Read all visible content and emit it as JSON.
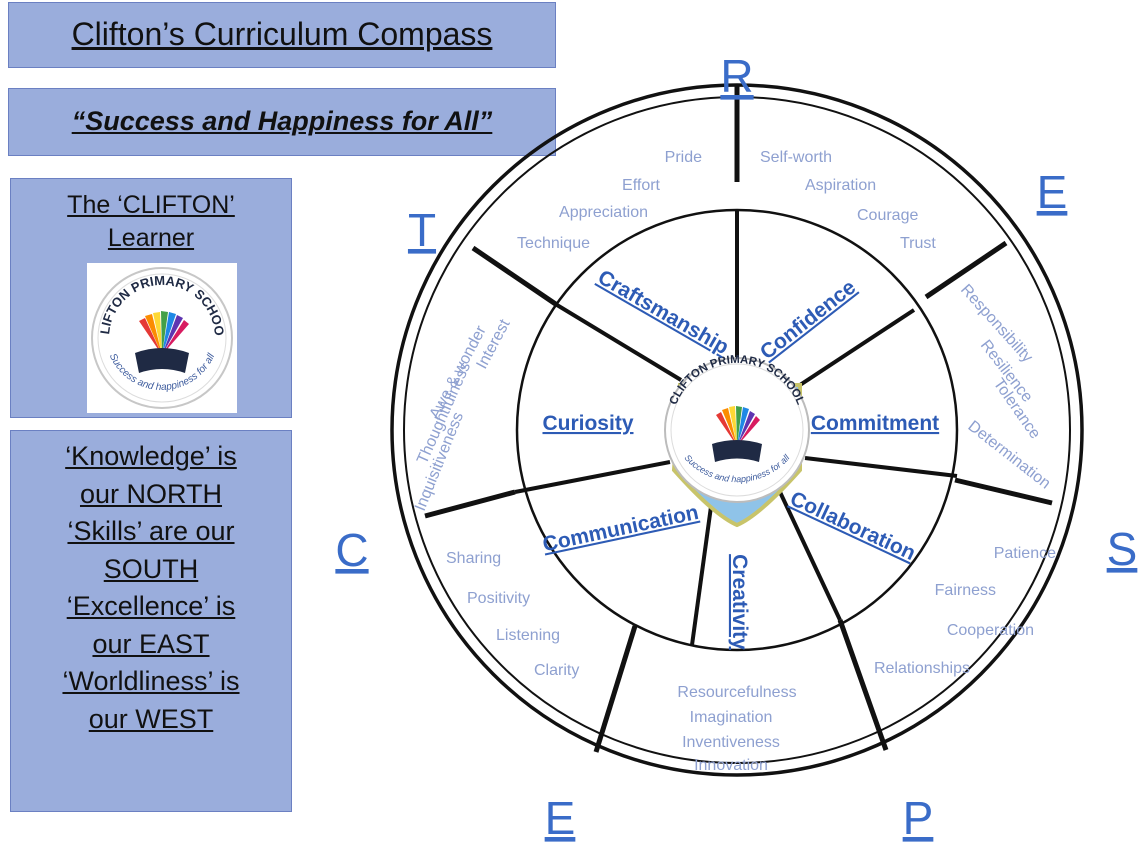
{
  "header": {
    "title": "Clifton’s Curriculum Compass",
    "motto": "“Success and Happiness for All”"
  },
  "learner_panel": {
    "title": "The ‘CLIFTON’ Learner",
    "logo": {
      "name": "CLIFTON PRIMARY SCHOOL",
      "tagline": "Success and happiness for all"
    }
  },
  "compass_panel": {
    "lines": [
      "‘Knowledge’ is",
      "our NORTH",
      "‘Skills’ are our",
      "SOUTH",
      "‘Excellence’ is",
      "our EAST",
      "‘Worldliness’ is",
      "our WEST"
    ]
  },
  "outer_letters": [
    "R",
    "E",
    "S",
    "P",
    "E",
    "C",
    "T"
  ],
  "inner_ring": {
    "craftsmanship": "Craftsmanship",
    "confidence": "Confidence",
    "curiosity": "Curiosity",
    "commitment": "Commitment",
    "communication": "Communication",
    "creativity": "Creativity",
    "collaboration": "Collaboration"
  },
  "outer_ring": {
    "r_values": [
      "Pride",
      "Effort",
      "Appreciation",
      "Technique"
    ],
    "e_values": [
      "Self-worth",
      "Aspiration",
      "Courage",
      "Trust"
    ],
    "s_values": [
      "Responsibility",
      "Resilience",
      "Tolerance",
      "Determination"
    ],
    "p_values": [
      "Patience",
      "Fairness",
      "Cooperation",
      "Relationships"
    ],
    "e2_values": [
      "Resourcefulness",
      "Imagination",
      "Inventiveness",
      "Innovation"
    ],
    "c_values": [
      "Sharing",
      "Positivity",
      "Listening",
      "Clarity"
    ],
    "t_values": [
      "Interest",
      "Awe & wonder",
      "Thoughtfulness",
      "Inquisitiveness"
    ]
  },
  "center_logo": {
    "name": "CLIFTON PRIMARY SCHOOL",
    "tagline": "Success and happiness for all"
  },
  "colors": {
    "panel_fill": "#9aaddc",
    "panel_border": "#6b80c2",
    "inner_label": "#2d5bb5",
    "outer_value": "#8ea0d0",
    "letter": "#3a6cc8"
  }
}
